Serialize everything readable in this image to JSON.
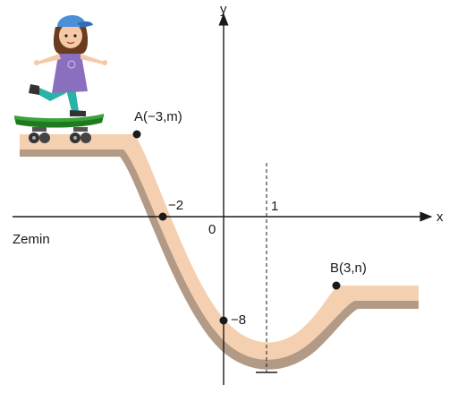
{
  "axes": {
    "x_label": "x",
    "y_label": "y",
    "origin_label": "0"
  },
  "ground_label": "Zemin",
  "points": {
    "A": {
      "label": "A(−3,m)"
    },
    "B": {
      "label": "B(3,n)"
    },
    "minus2": {
      "label": "−2"
    },
    "minus8": {
      "label": "−8"
    }
  },
  "axis_of_symmetry": {
    "label": "1"
  },
  "colors": {
    "track_fill": "#f4d0b0",
    "track_shadow": "#b39a86",
    "axis": "#1a1a1a",
    "point": "#1a1a1a",
    "skateboard_deck": "#3aa33a",
    "skateboard_deck_dark": "#1f7a1f",
    "girl_dress": "#8a6fbf",
    "girl_cap": "#4a8fd8",
    "girl_hair": "#6b3b1f",
    "girl_legs": "#27b3a8",
    "girl_skin": "#f6c9a6"
  },
  "icons": {
    "girl": "girl-skateboarder-icon"
  }
}
